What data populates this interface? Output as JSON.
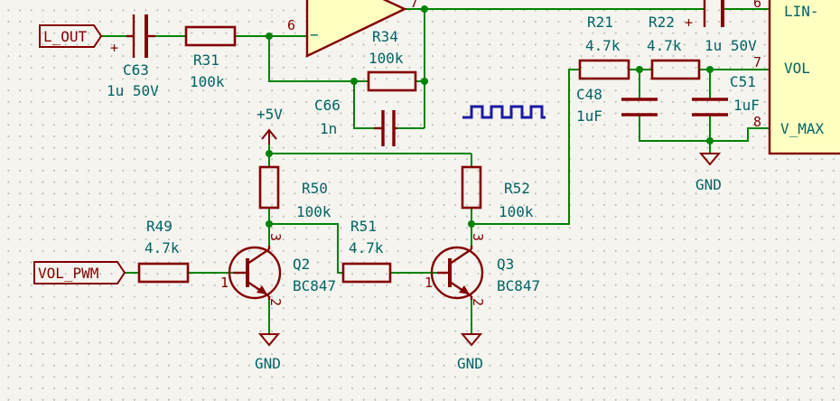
{
  "labels": {
    "l_out": "L_OUT",
    "vol_pwm": "VOL_PWM"
  },
  "power": {
    "vcc": "+5V",
    "gnd": "GND"
  },
  "components": {
    "c63": {
      "ref": "C63",
      "value": "1u 50V"
    },
    "r31": {
      "ref": "R31",
      "value": "100k"
    },
    "r34": {
      "ref": "R34",
      "value": "100k"
    },
    "c66": {
      "ref": "C66",
      "value": "1n"
    },
    "r21": {
      "ref": "R21",
      "value": "4.7k"
    },
    "r22": {
      "ref": "R22",
      "value": "4.7k"
    },
    "c_top": {
      "value": "1u 50V"
    },
    "c48": {
      "ref": "C48",
      "value": "1uF"
    },
    "c51": {
      "ref": "C51",
      "value": "1uF"
    },
    "r50": {
      "ref": "R50",
      "value": "100k"
    },
    "r52": {
      "ref": "R52",
      "value": "100k"
    },
    "r49": {
      "ref": "R49",
      "value": "4.7k"
    },
    "r51": {
      "ref": "R51",
      "value": "4.7k"
    },
    "q2": {
      "ref": "Q2",
      "value": "BC847"
    },
    "q3": {
      "ref": "Q3",
      "value": "BC847"
    }
  },
  "ic": {
    "pins": [
      {
        "num": "6",
        "name": "LIN-"
      },
      {
        "num": "7",
        "name": "VOL"
      },
      {
        "num": "8",
        "name": "V_MAX"
      }
    ]
  },
  "opamp": {
    "pin_in": "6",
    "pin_out": "7",
    "minus": "−"
  },
  "pins": {
    "plus": "+",
    "q_base": "1",
    "q_emitter": "2",
    "q_collector": "3"
  },
  "colors": {
    "wire": "#008400",
    "part": "#840000",
    "text": "#006464",
    "background": "#f5f4ef",
    "waveform": "#1a1aa6"
  }
}
